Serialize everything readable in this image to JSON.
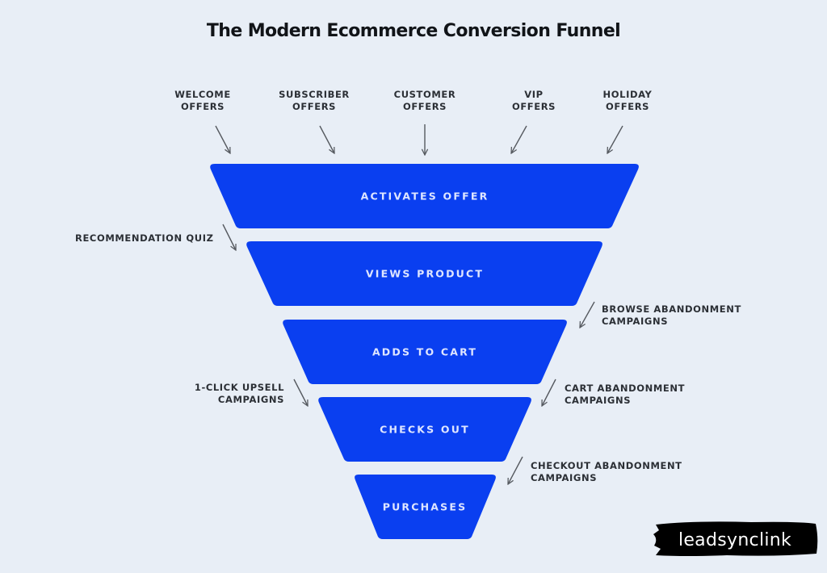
{
  "title": "The Modern Ecommerce Conversion Funnel",
  "colors": {
    "background": "#e8eef6",
    "funnel_fill": "#0a3ff0",
    "stage_text": "#dfe6ff",
    "label_text": "#2b2f35",
    "arrow": "#55595f",
    "brand_bg": "#000000"
  },
  "top_offers": [
    {
      "line1": "WELCOME",
      "line2": "OFFERS",
      "arrow_icon": "arrow-down-right-icon"
    },
    {
      "line1": "SUBSCRIBER",
      "line2": "OFFERS",
      "arrow_icon": "arrow-down-right-icon"
    },
    {
      "line1": "CUSTOMER",
      "line2": "OFFERS",
      "arrow_icon": "arrow-down-icon"
    },
    {
      "line1": "VIP",
      "line2": "OFFERS",
      "arrow_icon": "arrow-down-left-icon"
    },
    {
      "line1": "HOLIDAY",
      "line2": "OFFERS",
      "arrow_icon": "arrow-down-left-icon"
    }
  ],
  "stages": [
    {
      "label": "ACTIVATES OFFER"
    },
    {
      "label": "VIEWS PRODUCT"
    },
    {
      "label": "ADDS TO CART"
    },
    {
      "label": "CHECKS OUT"
    },
    {
      "label": "PURCHASES"
    }
  ],
  "side_labels": {
    "recommendation_quiz": {
      "line1": "RECOMMENDATION QUIZ",
      "arrow_icon": "arrow-down-right-icon"
    },
    "browse_abandonment": {
      "line1": "BROWSE ABANDONMENT",
      "line2": "CAMPAIGNS",
      "arrow_icon": "arrow-down-left-icon"
    },
    "upsell": {
      "line1": "1-CLICK UPSELL",
      "line2": "CAMPAIGNS",
      "arrow_icon": "arrow-down-right-icon"
    },
    "cart_abandonment": {
      "line1": "CART ABANDONMENT",
      "line2": "CAMPAIGNS",
      "arrow_icon": "arrow-down-left-icon"
    },
    "checkout_abandonment": {
      "line1": "CHECKOUT ABANDONMENT",
      "line2": "CAMPAIGNS",
      "arrow_icon": "arrow-down-left-icon"
    }
  },
  "brand": {
    "name": "leadsynclink"
  }
}
